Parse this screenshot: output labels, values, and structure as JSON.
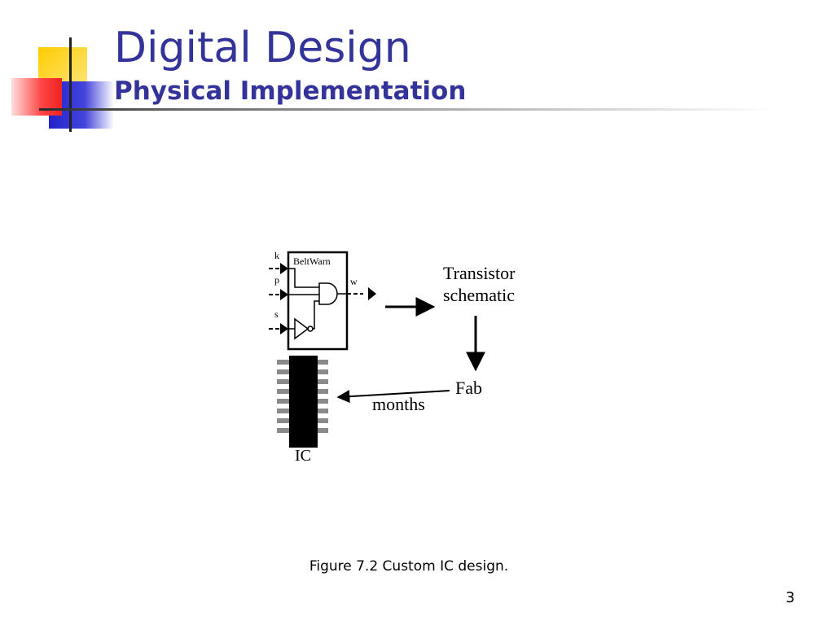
{
  "slide": {
    "title": "Digital Design",
    "subtitle": "Physical Implementation",
    "caption": "Figure 7.2 Custom IC design.",
    "page_number": "3"
  },
  "figure": {
    "circuit": {
      "name": "BeltWarn",
      "inputs": [
        "k",
        "p",
        "s"
      ],
      "output": "w"
    },
    "transistor_label_1": "Transistor",
    "transistor_label_2": "schematic",
    "fab_label": "Fab",
    "months_label": "months",
    "ic_label": "IC"
  },
  "colors": {
    "title": "#333399",
    "deco_yellow": "#ffcc00",
    "deco_red": "#ff3333",
    "deco_blue": "#3333cc"
  },
  "icons": [
    "logic-gate-and",
    "logic-gate-not",
    "ic-chip"
  ]
}
